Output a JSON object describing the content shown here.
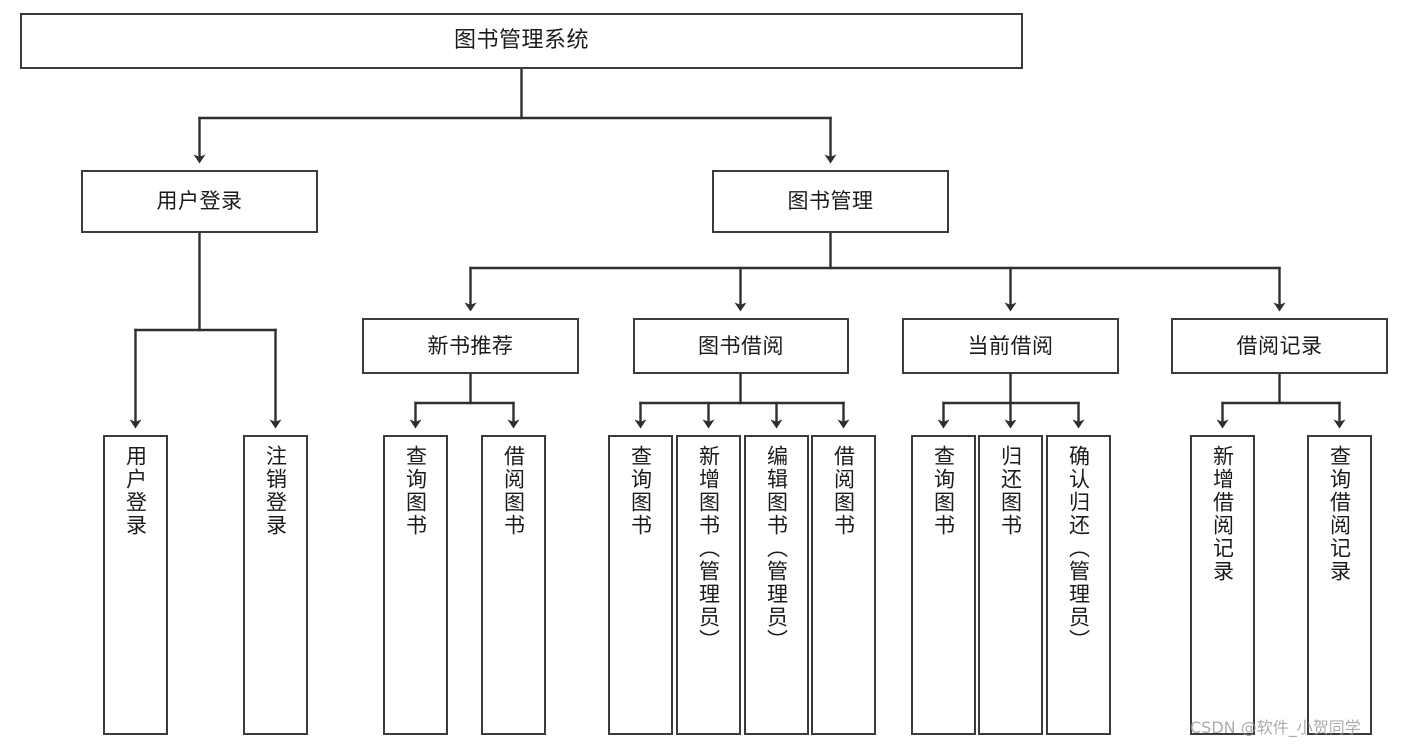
{
  "diagram": {
    "type": "tree",
    "title": "图书管理系统",
    "orientation": "top-down",
    "colors": {
      "box_border": "#3b3b3b",
      "box_fill": "#ffffff",
      "edge": "#2f2f2f",
      "text": "#1b1b1b",
      "watermark": "#9d9d9d"
    }
  },
  "nodes": {
    "root": {
      "label": "图书管理系统",
      "level": 1
    },
    "level2": [
      {
        "id": "user-login",
        "label": "用户登录"
      },
      {
        "id": "book-manage",
        "label": "图书管理"
      }
    ],
    "level3": [
      {
        "id": "new-book-recommend",
        "label": "新书推荐"
      },
      {
        "id": "book-borrow",
        "label": "图书借阅"
      },
      {
        "id": "current-borrow",
        "label": "当前借阅"
      },
      {
        "id": "borrow-record",
        "label": "借阅记录"
      }
    ],
    "leaves": {
      "user-login": [
        {
          "id": "leaf-user-login",
          "label": "用户登录"
        },
        {
          "id": "leaf-logout-login",
          "label": "注销登录"
        }
      ],
      "new-book-recommend": [
        {
          "id": "leaf-query-book-1",
          "label": "查询图书"
        },
        {
          "id": "leaf-borrow-book-1",
          "label": "借阅图书"
        }
      ],
      "book-borrow": [
        {
          "id": "leaf-query-book-2",
          "label": "查询图书"
        },
        {
          "id": "leaf-add-book",
          "label": "新增图书（管理员）"
        },
        {
          "id": "leaf-edit-book",
          "label": "编辑图书（管理员）"
        },
        {
          "id": "leaf-borrow-book-2",
          "label": "借阅图书"
        }
      ],
      "current-borrow": [
        {
          "id": "leaf-query-book-3",
          "label": "查询图书"
        },
        {
          "id": "leaf-return-book",
          "label": "归还图书"
        },
        {
          "id": "leaf-confirm-return",
          "label": "确认归还（管理员）"
        }
      ],
      "borrow-record": [
        {
          "id": "leaf-add-record",
          "label": "新增借阅记录"
        },
        {
          "id": "leaf-query-record",
          "label": "查询借阅记录"
        }
      ]
    }
  },
  "watermark": {
    "text": "CSDN @软件_小贺同学"
  }
}
